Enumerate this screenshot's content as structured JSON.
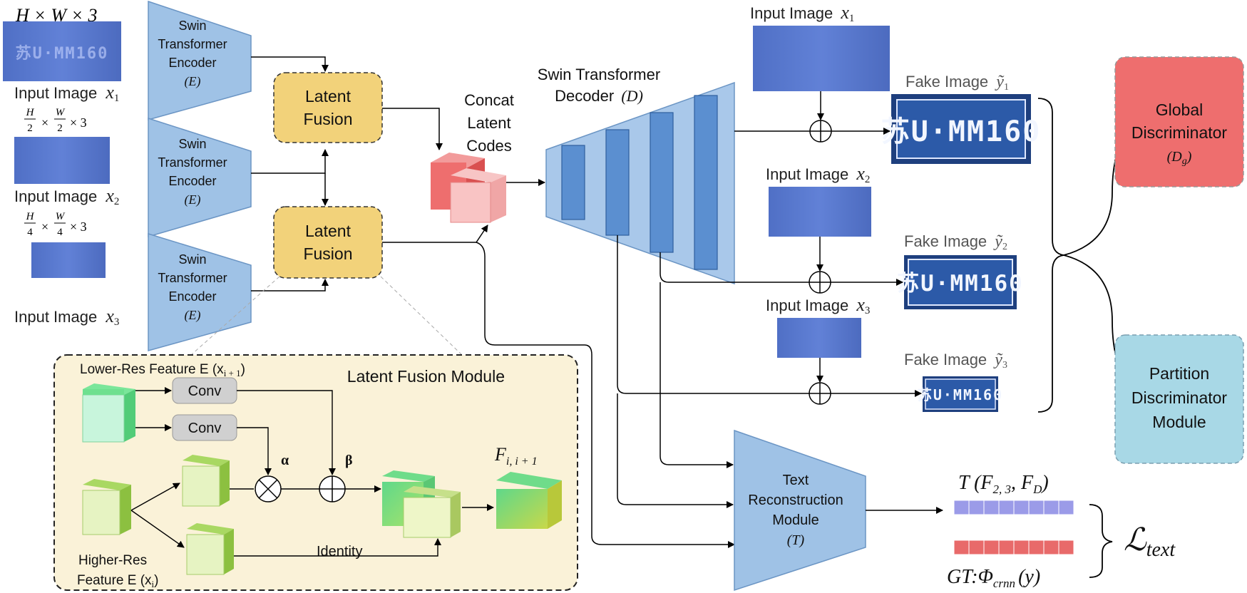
{
  "encoders": {
    "label_line1": "Swin",
    "label_line2": "Transformer",
    "label_line3": "Encoder",
    "symbol": "(E)"
  },
  "inputs_left": {
    "dims1": "H × W × 3",
    "dims2_h": "H",
    "dims2_w": "W",
    "dims2_den": "2",
    "dims2_tail": "× 3",
    "dims3_h": "H",
    "dims3_w": "W",
    "dims3_den": "4",
    "dims3_tail": "× 3",
    "label_text": "Input Image",
    "var1": "x",
    "sub1": "1",
    "var2": "x",
    "sub2": "2",
    "var3": "x",
    "sub3": "3"
  },
  "fusion": {
    "line1": "Latent",
    "line2": "Fusion"
  },
  "concat": {
    "line1": "Concat",
    "line2": "Latent",
    "line3": "Codes"
  },
  "decoder": {
    "line1": "Swin Transformer",
    "line2": "Decoder",
    "symbol": "(D)"
  },
  "right_inputs": {
    "label_text": "Input Image",
    "var": "x",
    "sub1": "1",
    "sub2": "2",
    "sub3": "3"
  },
  "fakes": {
    "label_text": "Fake Image",
    "var": "ỹ",
    "sub1": "1",
    "sub2": "2",
    "sub3": "3",
    "plate_text": "苏U·MM160"
  },
  "global_disc": {
    "line1": "Global",
    "line2": "Discriminator",
    "symbol": "(D",
    "symbol_sub": "g",
    "symbol_close": ")"
  },
  "partition_disc": {
    "line1": "Partition",
    "line2": "Discriminator",
    "line3": "Module"
  },
  "text_module": {
    "line1": "Text",
    "line2": "Reconstruction",
    "line3": "Module",
    "symbol": "(T)"
  },
  "loss": {
    "pred_label": "T (F",
    "pred_sub": "2, 3",
    "pred_rest": ", F",
    "pred_sub2": "D",
    "pred_close": ")",
    "gt_label": "GT:Φ",
    "gt_sub": "crnn",
    "gt_rest": "(y)",
    "loss_symbol": "ℒ",
    "loss_sub": "text"
  },
  "lfm": {
    "title": "Latent Fusion Module",
    "lower_res": "Lower-Res Feature E (x",
    "lower_sub": "i + 1",
    "lower_close": ")",
    "higher_res_line1": "Higher-Res",
    "higher_res_line2": "Feature E (x",
    "higher_sub": "i",
    "higher_close": ")",
    "conv": "Conv",
    "alpha": "α",
    "beta": "β",
    "identity": "Identity",
    "output": "F",
    "output_sub": "i, i + 1"
  },
  "colors": {
    "encoder_fill": "#9fc2e6",
    "encoder_stroke": "#6b95c4",
    "fusion_fill": "#f2d27a",
    "decoder_fill": "#a9c8ea",
    "decoder_bar": "#5b8fd0",
    "text_module_fill": "#9fc2e6",
    "global_fill": "#ee6e6e",
    "partition_fill": "#a8d8e6",
    "lfm_bg": "#faf2d8",
    "pred_bar": "#9b9be8",
    "gt_bar": "#e86a6a",
    "plate_blue": "#2c5aa8"
  }
}
